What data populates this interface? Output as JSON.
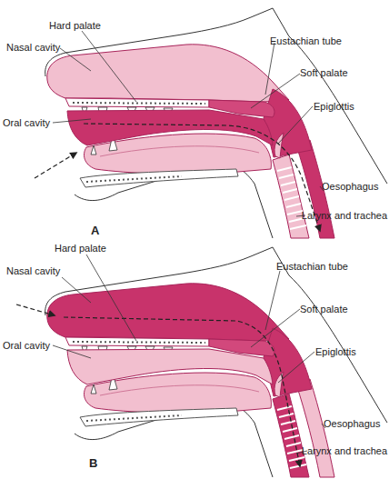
{
  "diagram": {
    "labels": [
      "Hard palate",
      "Nasal cavity",
      "Eustachian tube",
      "Oral cavity",
      "Soft palate",
      "Epiglottis",
      "Oesophagus",
      "Larynx and trachea",
      "A",
      "Hard palate",
      "Nasal cavity",
      "Eustachian tube",
      "Soft palate",
      "Oral cavity",
      "Epiglottis",
      "Oesophagus",
      "Larynx and trachea",
      "B"
    ]
  }
}
